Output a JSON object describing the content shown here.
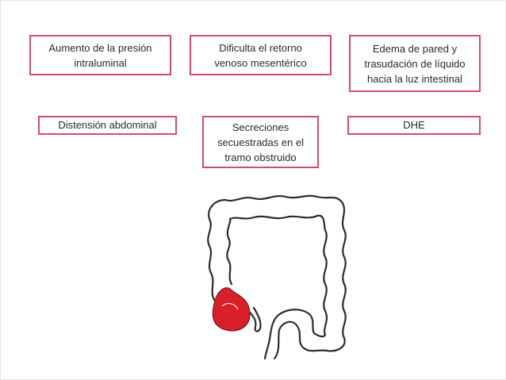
{
  "boxes": [
    {
      "id": "box-1",
      "lines": [
        "Aumento de la presión",
        "intraluminal"
      ]
    },
    {
      "id": "box-2",
      "lines": [
        "Dificulta el retorno",
        "venoso mesentérico"
      ]
    },
    {
      "id": "box-3",
      "lines": [
        "Edema de pared y",
        "trasudación de líquido",
        "hacia la luz intestinal"
      ]
    },
    {
      "id": "box-4",
      "lines": [
        "Distensión abdominal"
      ]
    },
    {
      "id": "box-5",
      "lines": [
        "Secreciones",
        "secuestradas en el",
        "tramo obstruido"
      ]
    },
    {
      "id": "box-6",
      "lines": [
        "DHE"
      ]
    }
  ],
  "colors": {
    "box_border": "#d1497b",
    "obstruction_fill": "#d81f2a",
    "intestine_stroke": "#2b2b2b"
  }
}
